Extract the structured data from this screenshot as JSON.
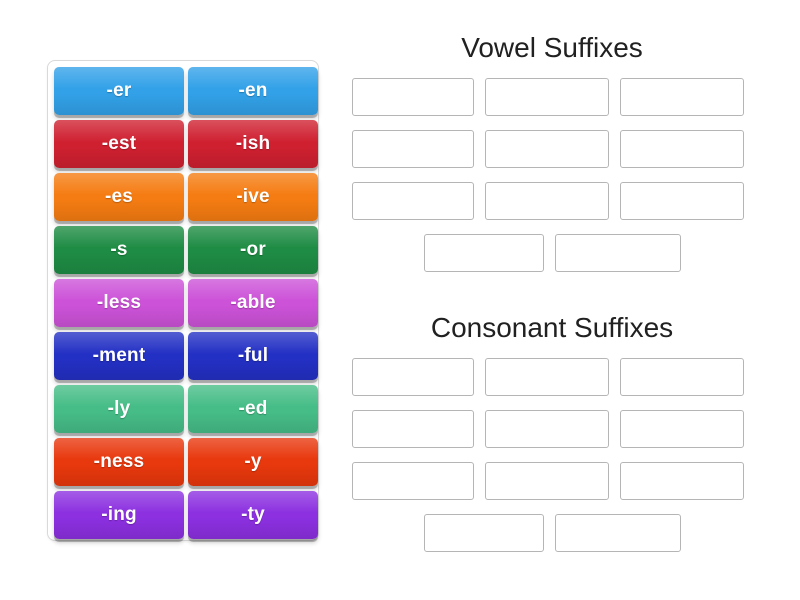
{
  "activity": {
    "type": "group-sort",
    "tray": {
      "name": "suffix-tile-tray",
      "tiles": [
        {
          "label": "-er",
          "color": "#32a1e8",
          "row": 1,
          "col": 1
        },
        {
          "label": "-en",
          "color": "#32a1e8",
          "row": 1,
          "col": 2
        },
        {
          "label": "-est",
          "color": "#cf2030",
          "row": 2,
          "col": 1
        },
        {
          "label": "-ish",
          "color": "#cf2030",
          "row": 2,
          "col": 2
        },
        {
          "label": "-es",
          "color": "#f57c12",
          "row": 3,
          "col": 1
        },
        {
          "label": "-ive",
          "color": "#f57c12",
          "row": 3,
          "col": 2
        },
        {
          "label": "-s",
          "color": "#1e8c44",
          "row": 4,
          "col": 1
        },
        {
          "label": "-or",
          "color": "#1e8c44",
          "row": 4,
          "col": 2
        },
        {
          "label": "-less",
          "color": "#cc52d8",
          "row": 5,
          "col": 1
        },
        {
          "label": "-able",
          "color": "#cc52d8",
          "row": 5,
          "col": 2
        },
        {
          "label": "-ment",
          "color": "#2330c4",
          "row": 6,
          "col": 1
        },
        {
          "label": "-ful",
          "color": "#2330c4",
          "row": 6,
          "col": 2
        },
        {
          "label": "-ly",
          "color": "#46bd87",
          "row": 7,
          "col": 1
        },
        {
          "label": "-ed",
          "color": "#46bd87",
          "row": 7,
          "col": 2
        },
        {
          "label": "-ness",
          "color": "#e8380d",
          "row": 8,
          "col": 1
        },
        {
          "label": "-y",
          "color": "#e8380d",
          "row": 8,
          "col": 2
        },
        {
          "label": "-ing",
          "color": "#8c30e0",
          "row": 9,
          "col": 1
        },
        {
          "label": "-ty",
          "color": "#8c30e0",
          "row": 9,
          "col": 2
        }
      ]
    },
    "categories": [
      {
        "id": "vowel",
        "title": "Vowel Suffixes",
        "rows": [
          {
            "centered": false,
            "slots": [
              {
                "value": ""
              },
              {
                "value": ""
              },
              {
                "value": ""
              }
            ]
          },
          {
            "centered": false,
            "slots": [
              {
                "value": ""
              },
              {
                "value": ""
              },
              {
                "value": ""
              }
            ]
          },
          {
            "centered": false,
            "slots": [
              {
                "value": ""
              },
              {
                "value": ""
              },
              {
                "value": ""
              }
            ]
          },
          {
            "centered": true,
            "slots": [
              {
                "value": ""
              },
              {
                "value": ""
              }
            ]
          }
        ]
      },
      {
        "id": "consonant",
        "title": "Consonant Suffixes",
        "rows": [
          {
            "centered": false,
            "slots": [
              {
                "value": ""
              },
              {
                "value": ""
              },
              {
                "value": ""
              }
            ]
          },
          {
            "centered": false,
            "slots": [
              {
                "value": ""
              },
              {
                "value": ""
              },
              {
                "value": ""
              }
            ]
          },
          {
            "centered": false,
            "slots": [
              {
                "value": ""
              },
              {
                "value": ""
              },
              {
                "value": ""
              }
            ]
          },
          {
            "centered": true,
            "slots": [
              {
                "value": ""
              },
              {
                "value": ""
              }
            ]
          }
        ]
      }
    ]
  },
  "theme": {
    "page_background": "#ffffff",
    "tray_border": "#d9d9d9",
    "slot_border": "#b5b5b5",
    "title_color": "#212121",
    "tile_text_color": "#ffffff"
  }
}
